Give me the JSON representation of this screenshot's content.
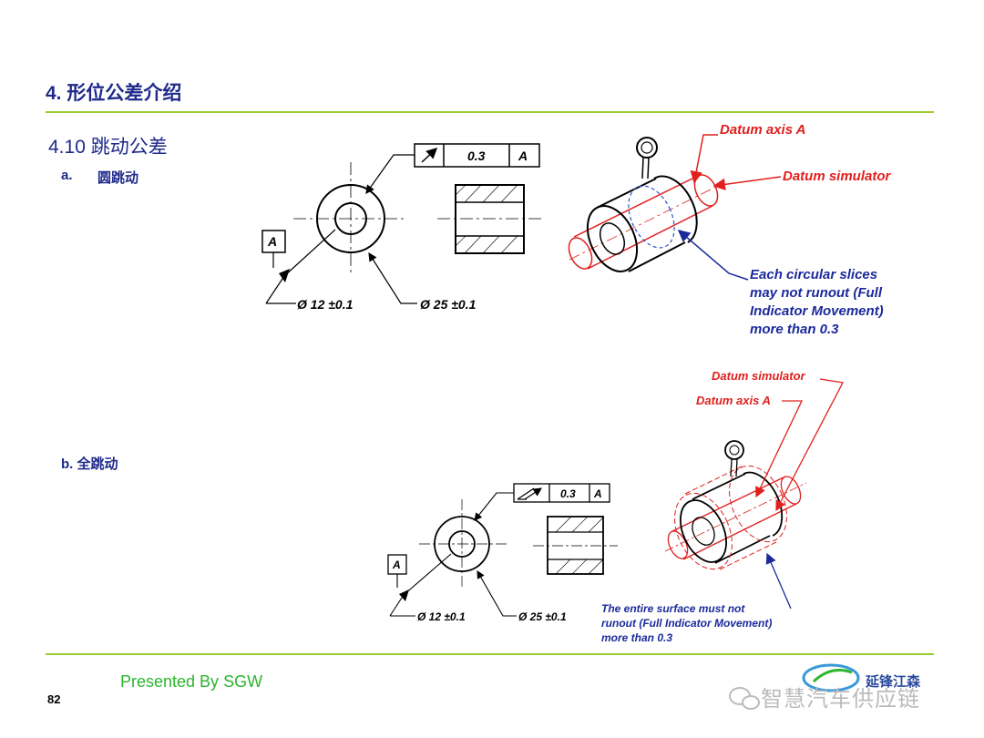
{
  "slide": {
    "title": "4. 形位公差介绍",
    "section": "4.10 跳动公差",
    "sub_a_marker": "a.",
    "sub_a_label": "圆跳动",
    "sub_b": "b. 全跳动",
    "presenter": "Presented By SGW",
    "page_number": "82"
  },
  "circular_runout": {
    "frame_value": "0.3",
    "frame_datum": "A",
    "datum_label": "A",
    "dim_inner": "Ø 12 ±0.1",
    "dim_outer": "Ø 25 ±0.1",
    "callout_axis": "Datum axis A",
    "callout_simulator": "Datum simulator",
    "note_lines": [
      "Each circular slices",
      "may not runout  (Full",
      "Indicator Movement)",
      "more than 0.3"
    ]
  },
  "total_runout": {
    "frame_value": "0.3",
    "frame_datum": "A",
    "datum_label": "A",
    "dim_inner": "Ø 12 ±0.1",
    "dim_outer": "Ø 25 ±0.1",
    "callout_simulator": "Datum simulator",
    "callout_axis": "Datum axis A",
    "note_lines": [
      "The entire surface must not",
      "runout (Full Indicator Movement)",
      "more than 0.3"
    ]
  },
  "footer": {
    "logo_text": "延锋江森",
    "watermark": "智慧汽车供应链"
  },
  "colors": {
    "title": "#1f2a8a",
    "rule": "#9acd32",
    "presenter": "#2db52d",
    "red": "#e0201e",
    "blue": "#1c2a9c"
  }
}
